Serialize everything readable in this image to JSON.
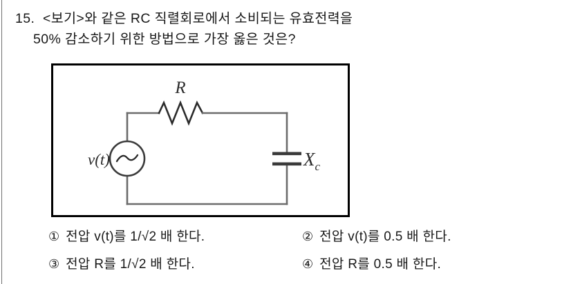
{
  "page": {
    "left_rule_color": "#6f6f6f",
    "background": "#ffffff",
    "ink": "#171717"
  },
  "question": {
    "number": "15.",
    "line1": "15.  <보기>와 같은 RC 직렬회로에서 소비되는 유효전력을",
    "line2": "50% 감소하기 위한 방법으로 가장 옳은 것은?"
  },
  "figure": {
    "caption_ref": "<보기>",
    "border_color": "#000000",
    "wire_color": "#6b6b6b",
    "labels": {
      "source": "v(t)",
      "resistor": "R",
      "capacitor": "X",
      "capacitor_sub": "c"
    },
    "components": [
      {
        "name": "ac-voltage-source",
        "symbol": "circle-with-sine",
        "label": "v(t)"
      },
      {
        "name": "resistor",
        "symbol": "zigzag",
        "label": "R"
      },
      {
        "name": "capacitor",
        "symbol": "parallel-plates",
        "label": "Xc"
      }
    ]
  },
  "options": [
    {
      "marker": "①",
      "text": "전압 v(t)를 1/√2 배 한다.",
      "column": "left",
      "row": 1
    },
    {
      "marker": "②",
      "text": "전압 v(t)를 0.5 배 한다.",
      "column": "right",
      "row": 1
    },
    {
      "marker": "③",
      "text": "전압 R를 1/√2 배 한다.",
      "column": "left",
      "row": 2
    },
    {
      "marker": "④",
      "text": "전압 R를 0.5 배 한다.",
      "column": "right",
      "row": 2
    }
  ]
}
